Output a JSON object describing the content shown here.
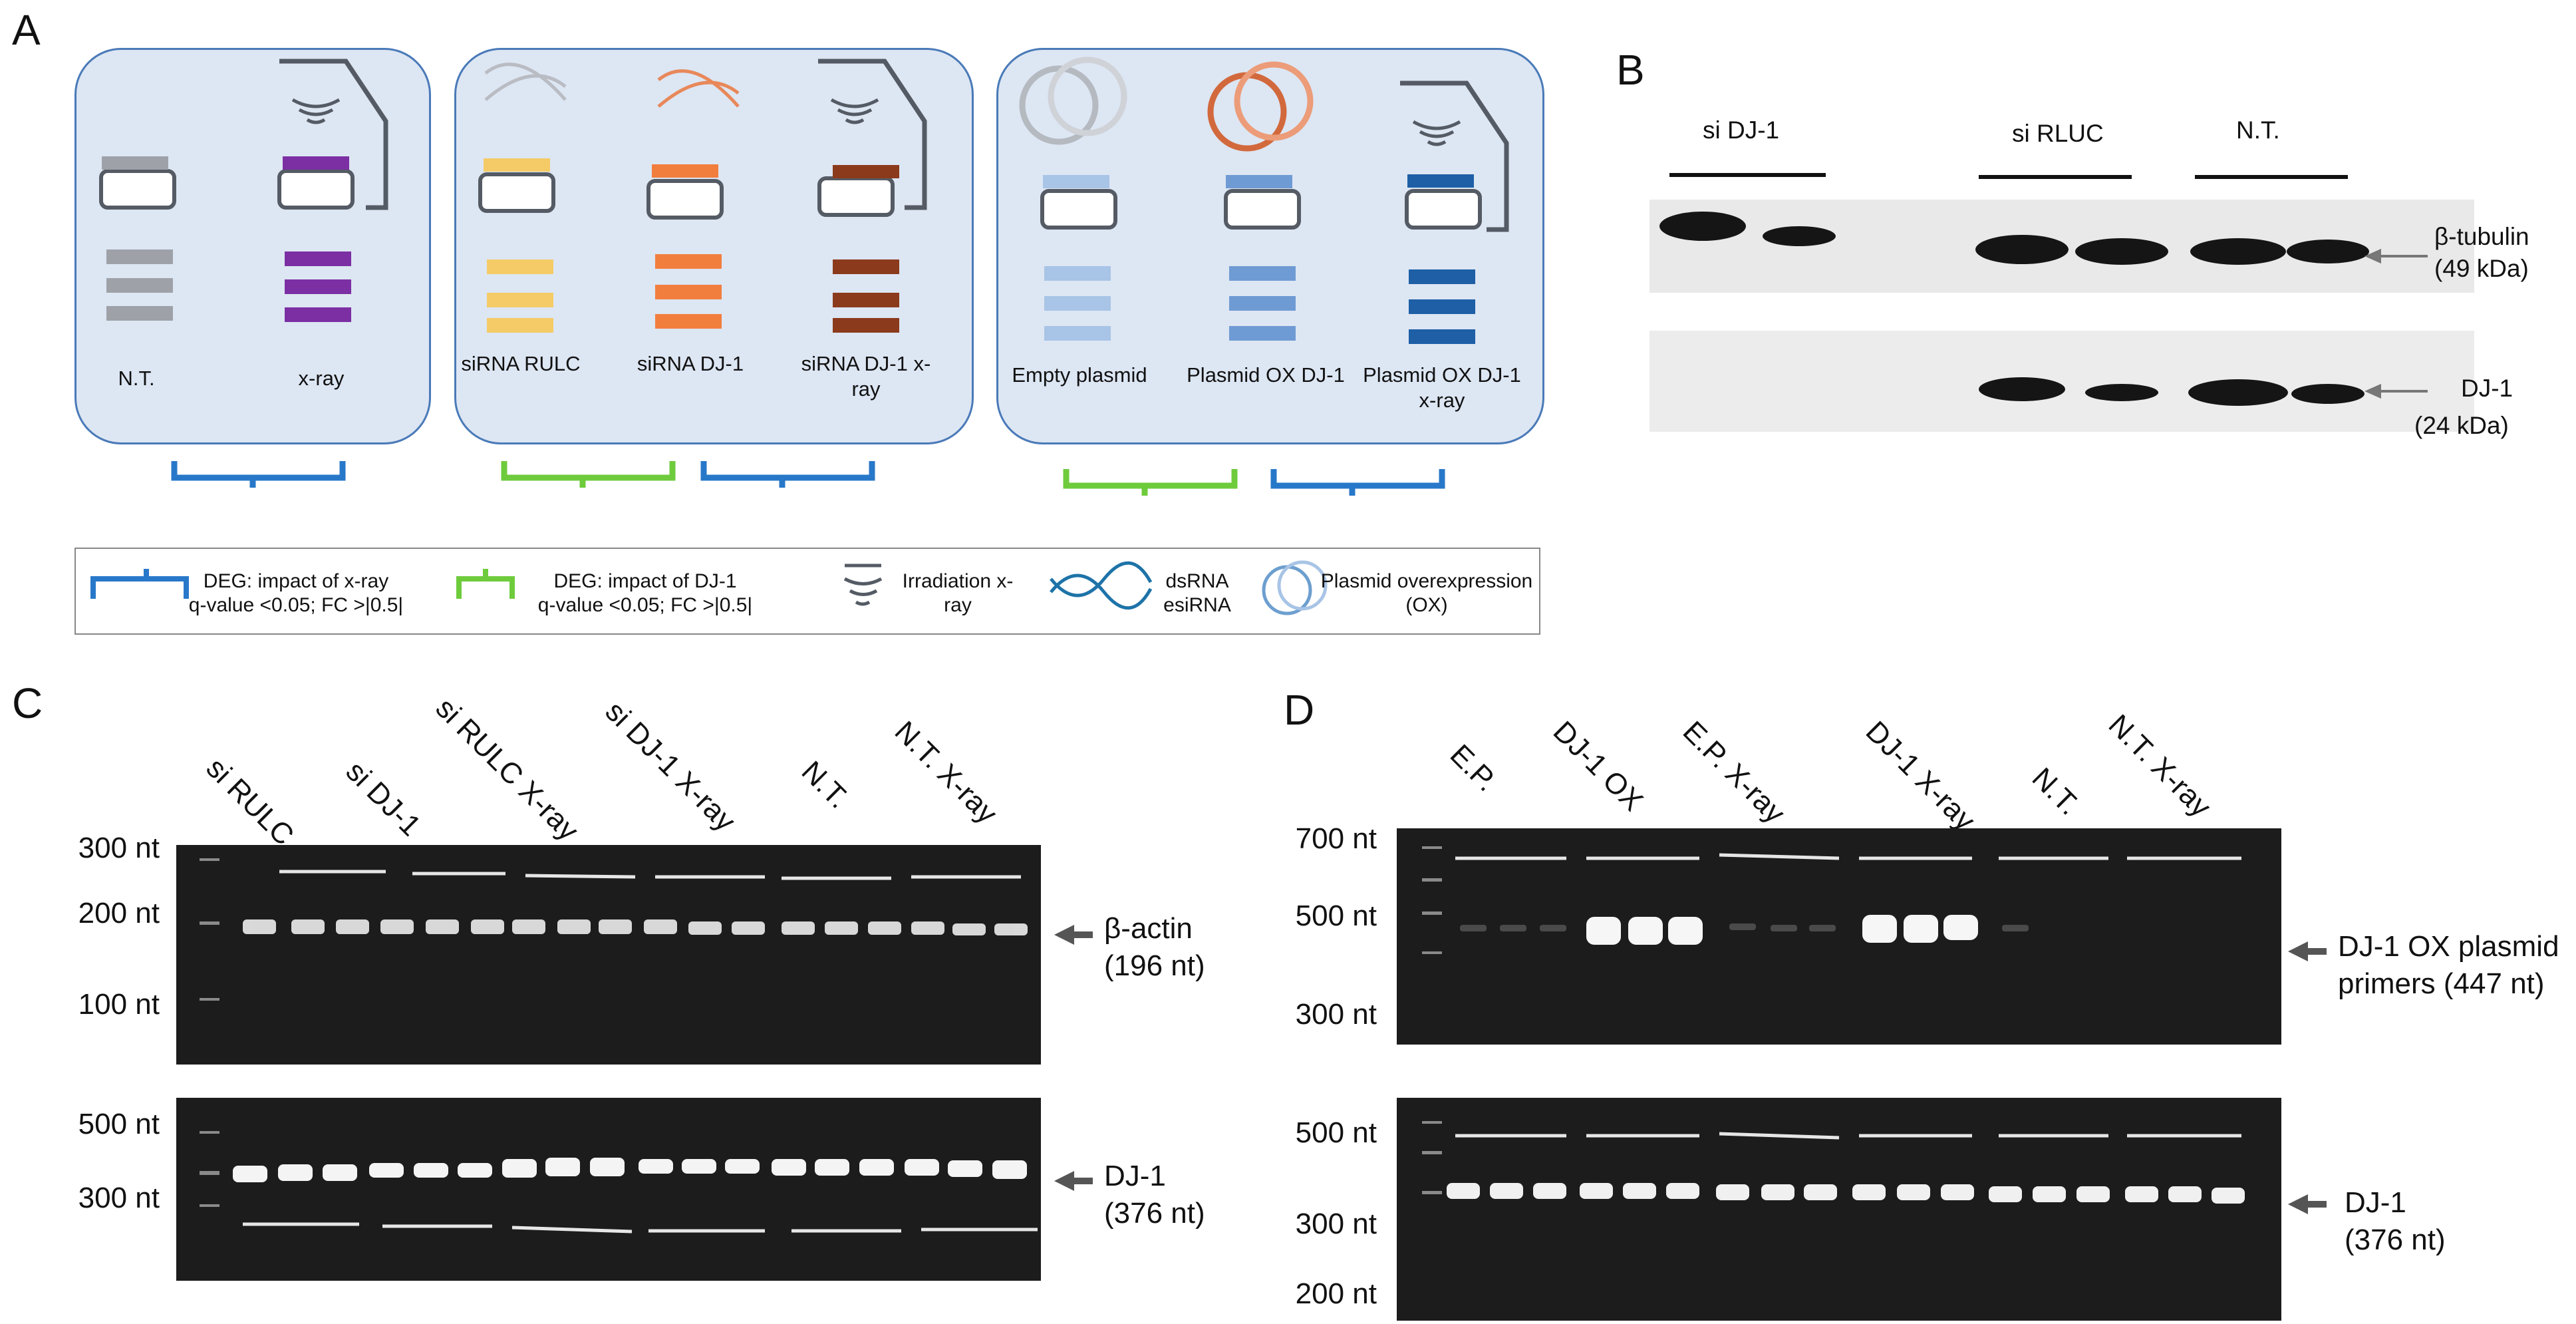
{
  "panels": {
    "a": "A",
    "b": "B",
    "c": "C",
    "d": "D"
  },
  "panel_a": {
    "colors": {
      "gray": "#9ea2a8",
      "purple": "#7b2fa3",
      "yellow": "#f4cb66",
      "orange": "#f27e3e",
      "brown": "#8b3a1c",
      "light_blue": "#a8c4e6",
      "mid_blue": "#6f9bd4",
      "dark_blue": "#1e5fa6",
      "blue_bracket": "#2878c9",
      "green_bracket": "#6ecb3c"
    },
    "conditions": [
      {
        "label": "N.T."
      },
      {
        "label": "x-ray"
      },
      {
        "label": "siRNA RULC"
      },
      {
        "label": "siRNA DJ-1"
      },
      {
        "label": "siRNA DJ-1 x-ray"
      },
      {
        "label": "Empty plasmid"
      },
      {
        "label": "Plasmid OX DJ-1"
      },
      {
        "label": "Plasmid OX DJ-1 x-ray"
      }
    ],
    "legend": {
      "xray_deg": "DEG: impact of x-ray",
      "xray_thr": "q-value <0.05; FC >|0.5|",
      "dj1_deg": "DEG: impact of DJ-1",
      "dj1_thr": "q-value <0.05; FC >|0.5|",
      "irradiation": "Irradiation x-ray",
      "dsrna": "dsRNA esiRNA",
      "plasmid": "Plasmid overexpression (OX)",
      "icons": [
        "blue-bracket-icon",
        "green-bracket-icon",
        "irradiation-icon",
        "dsrna-icon",
        "plasmid-icon"
      ]
    }
  },
  "panel_b": {
    "groups": [
      "si DJ-1",
      "si RLUC",
      "N.T."
    ],
    "bands": [
      {
        "name": "β-tubulin",
        "size": "(49 kDa)"
      },
      {
        "name": "DJ-1",
        "size": "(24 kDa)"
      }
    ]
  },
  "panel_c": {
    "lanes": [
      "si RULC",
      "si DJ-1",
      "si RULC X-ray",
      "si DJ-1 X-ray",
      "N.T.",
      "N.T. X-ray"
    ],
    "top_markers": [
      "300 nt",
      "200 nt",
      "100 nt"
    ],
    "top_band": {
      "name": "β-actin",
      "size": "(196 nt)"
    },
    "bottom_markers": [
      "500 nt",
      "300 nt"
    ],
    "bottom_band": {
      "name": "DJ-1",
      "size": "(376 nt)"
    }
  },
  "panel_d": {
    "lanes": [
      "E.P.",
      "DJ-1 OX",
      "E.P. X-ray",
      "DJ-1 X-ray",
      "N.T.",
      "N.T. X-ray"
    ],
    "top_markers": [
      "700 nt",
      "500 nt",
      "300 nt"
    ],
    "top_band": {
      "name": "DJ-1 OX plasmid",
      "size": "primers (447 nt)"
    },
    "bottom_markers": [
      "500 nt",
      "300 nt",
      "200 nt"
    ],
    "bottom_band": {
      "name": "DJ-1",
      "size": "(376 nt)"
    }
  }
}
